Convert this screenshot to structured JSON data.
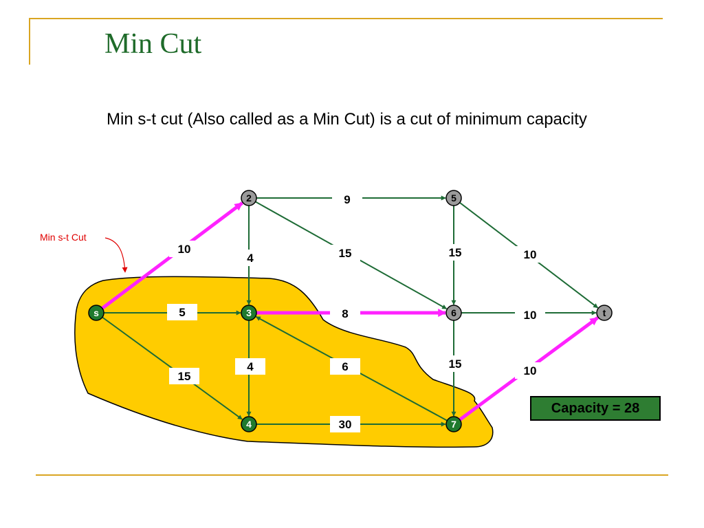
{
  "slide": {
    "title": "Min Cut",
    "subtitle": "Min s-t cut (Also called as a Min Cut) is a cut of minimum capacity",
    "annotation": "Min s-t Cut",
    "capacity_label": "Capacity = 28"
  },
  "colors": {
    "title": "#1f6b2a",
    "frame": "#d9a521",
    "edge": "#1d6b35",
    "cut_edge": "#ff22ff",
    "node_gray": "#9a9a9a",
    "node_green": "#1f7a2e",
    "region_fill": "#ffcc00",
    "annotation": "#e00000"
  },
  "graph": {
    "nodes": [
      {
        "id": "s",
        "label": "s",
        "style": "green"
      },
      {
        "id": "2",
        "label": "2",
        "style": "gray"
      },
      {
        "id": "3",
        "label": "3",
        "style": "green"
      },
      {
        "id": "4",
        "label": "4",
        "style": "green"
      },
      {
        "id": "5",
        "label": "5",
        "style": "gray"
      },
      {
        "id": "6",
        "label": "6",
        "style": "gray"
      },
      {
        "id": "7",
        "label": "7",
        "style": "green"
      },
      {
        "id": "t",
        "label": "t",
        "style": "gray"
      }
    ],
    "edges": [
      {
        "from": "s",
        "to": "2",
        "capacity": "10",
        "cut": true
      },
      {
        "from": "s",
        "to": "3",
        "capacity": "5",
        "cut": false
      },
      {
        "from": "s",
        "to": "4",
        "capacity": "15",
        "cut": false
      },
      {
        "from": "2",
        "to": "3",
        "capacity": "4",
        "cut": false
      },
      {
        "from": "2",
        "to": "5",
        "capacity": "9",
        "cut": false
      },
      {
        "from": "2",
        "to": "6",
        "capacity": "15",
        "cut": false
      },
      {
        "from": "3",
        "to": "4",
        "capacity": "4",
        "cut": false
      },
      {
        "from": "3",
        "to": "6",
        "capacity": "8",
        "cut": true
      },
      {
        "from": "4",
        "to": "7",
        "capacity": "30",
        "cut": false
      },
      {
        "from": "5",
        "to": "6",
        "capacity": "15",
        "cut": false
      },
      {
        "from": "5",
        "to": "t",
        "capacity": "10",
        "cut": false
      },
      {
        "from": "6",
        "to": "7",
        "capacity": "15",
        "cut": false
      },
      {
        "from": "6",
        "to": "t",
        "capacity": "10",
        "cut": false
      },
      {
        "from": "7",
        "to": "3",
        "capacity": "6",
        "cut": false
      },
      {
        "from": "7",
        "to": "t",
        "capacity": "10",
        "cut": true
      }
    ]
  }
}
